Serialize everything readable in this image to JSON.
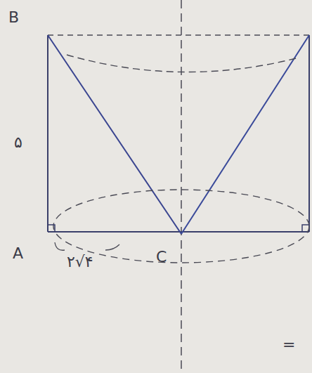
{
  "diagram": {
    "labels": [
      "B",
      "۵",
      "A",
      "۲√۴",
      "C",
      "="
    ]
  }
}
